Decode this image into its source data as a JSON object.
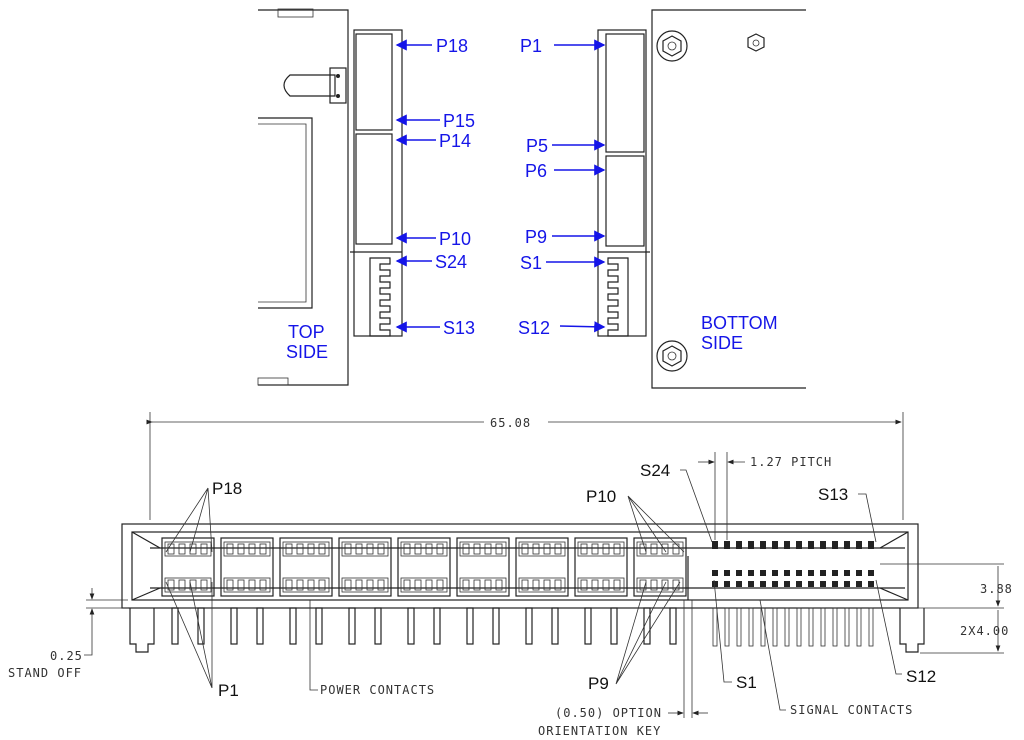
{
  "top_view": {
    "left_side": {
      "labels": [
        "P18",
        "P15",
        "P14",
        "P10",
        "S24",
        "S13"
      ],
      "side_label_line1": "TOP",
      "side_label_line2": "SIDE"
    },
    "right_side": {
      "labels": [
        "P1",
        "P5",
        "P6",
        "P9",
        "S1",
        "S12"
      ],
      "side_label_line1": "BOTTOM",
      "side_label_line2": "SIDE"
    }
  },
  "front_view": {
    "overall_width": "65.08",
    "pitch": "1.27 PITCH",
    "height_dim": "3.88",
    "pin_dim": "2X4.00",
    "standoff_value": "0.25",
    "standoff_label": "STAND OFF",
    "option_line1": "(0.50) OPTION",
    "option_line2": "ORIENTATION KEY",
    "power_contacts": "POWER CONTACTS",
    "signal_contacts": "SIGNAL CONTACTS",
    "callouts": {
      "p18": "P18",
      "p1": "P1",
      "p10": "P10",
      "p9": "P9",
      "s24": "S24",
      "s1": "S1",
      "s13": "S13",
      "s12": "S12"
    }
  },
  "colors": {
    "label_blue": "#1515e8",
    "line_black": "#222222"
  }
}
